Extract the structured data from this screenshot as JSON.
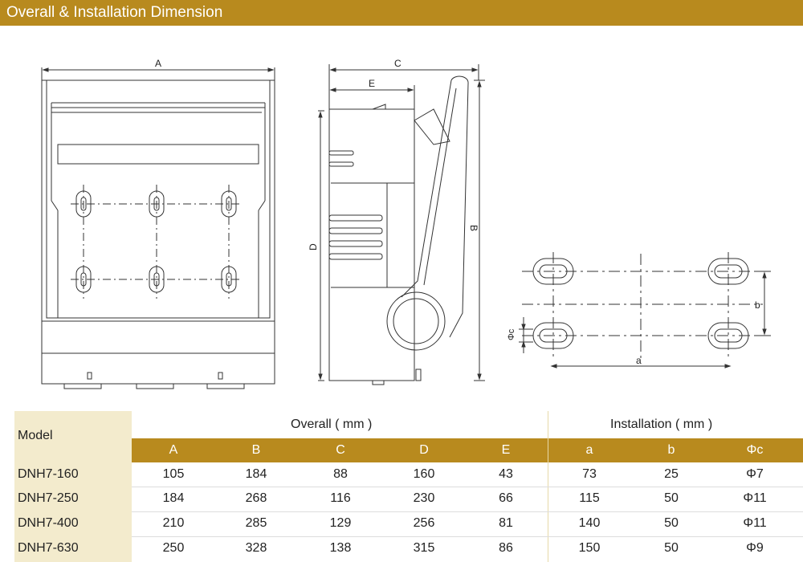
{
  "header": {
    "title": "Overall & Installation Dimension"
  },
  "drawing_labels": {
    "A": "A",
    "B": "B",
    "C": "C",
    "D": "D",
    "E": "E",
    "a": "a",
    "b": "b",
    "phic": "Φc"
  },
  "table": {
    "model_header": "Model",
    "overall_header": "Overall ( mm )",
    "installation_header": "Installation ( mm )",
    "columns": [
      "A",
      "B",
      "C",
      "D",
      "E",
      "a",
      "b",
      "Φc"
    ],
    "rows": [
      {
        "model": "DNH7-160",
        "values": [
          "105",
          "184",
          "88",
          "160",
          "43",
          "73",
          "25",
          "Φ7"
        ]
      },
      {
        "model": "DNH7-250",
        "values": [
          "184",
          "268",
          "116",
          "230",
          "66",
          "115",
          "50",
          "Φ11"
        ]
      },
      {
        "model": "DNH7-400",
        "values": [
          "210",
          "285",
          "129",
          "256",
          "81",
          "140",
          "50",
          "Φ11"
        ]
      },
      {
        "model": "DNH7-630",
        "values": [
          "250",
          "328",
          "138",
          "315",
          "86",
          "150",
          "50",
          "Φ9"
        ]
      }
    ]
  },
  "colors": {
    "accent": "#b88a1e",
    "model_bg": "#f3ebcd"
  }
}
